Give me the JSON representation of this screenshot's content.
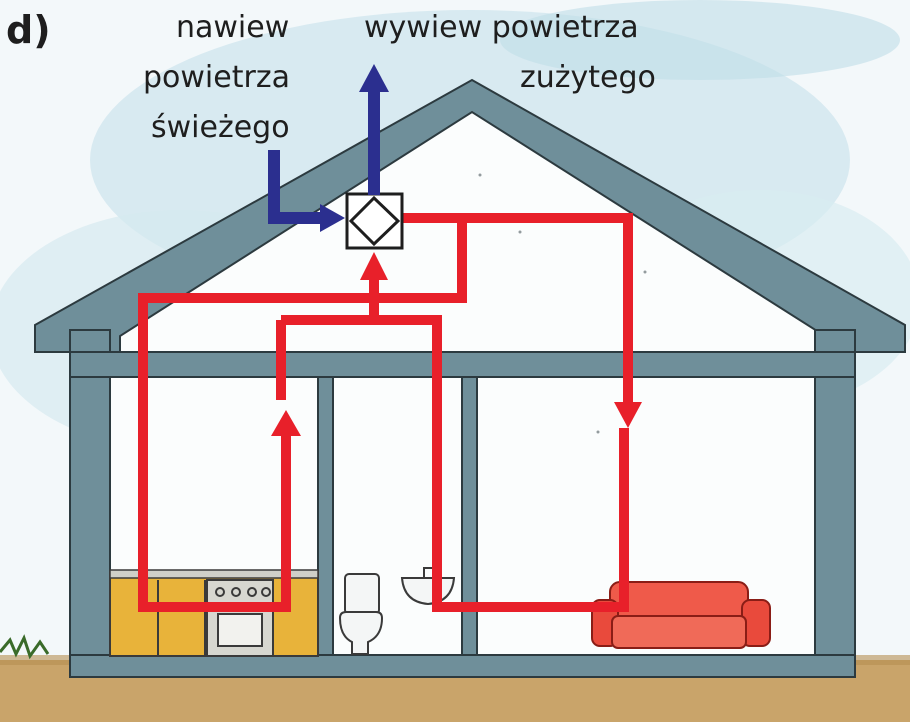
{
  "panel_letter": "d)",
  "labels": {
    "supply_air": [
      "nawiew",
      "powietrza",
      "świeżego"
    ],
    "exhaust_air": [
      "wywiew powietrza",
      "zużytego"
    ]
  },
  "colors": {
    "supply_arrow": "#2b2f8f",
    "warm_air_duct": "#e8202a",
    "house_walls": "#6f8f9a",
    "sky_wash": "#cfe6ee",
    "ground": "#c9a46a"
  },
  "icons": [
    "heat-recovery-unit-icon",
    "kitchen-cabinet-icon",
    "toilet-icon",
    "washbasin-icon",
    "sofa-icon"
  ]
}
